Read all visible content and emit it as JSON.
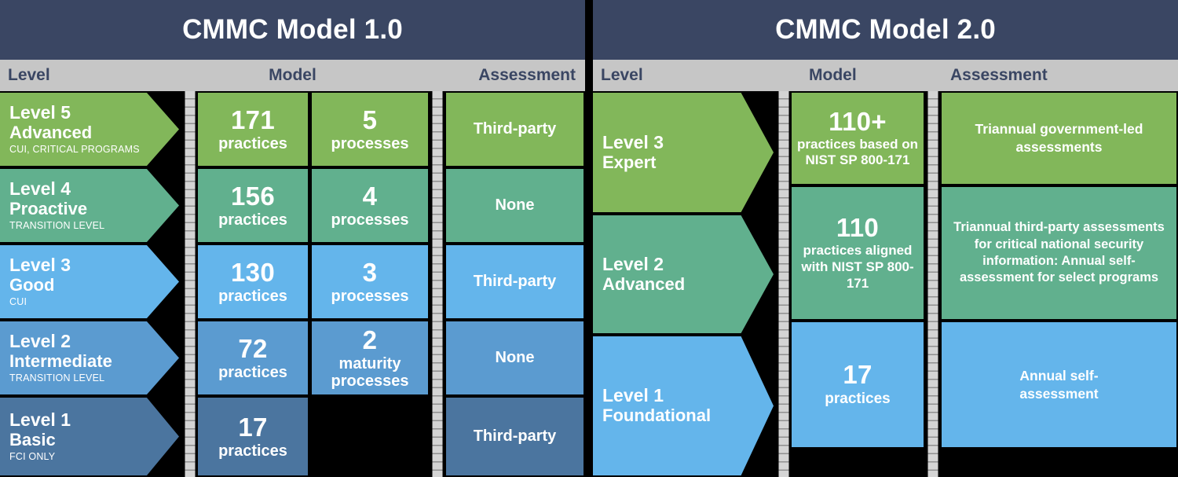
{
  "panels": {
    "left": {
      "title": "CMMC Model 1.0",
      "columns": {
        "level": "Level",
        "model": "Model",
        "assessment": "Assessment"
      },
      "rows": [
        {
          "level_label": "Level 5",
          "level_name": "Advanced",
          "level_scope": "CUI, CRITICAL PROGRAMS",
          "practices_count": "171",
          "practices_word": "practices",
          "processes_count": "5",
          "processes_word": "processes",
          "assessment": "Third-party",
          "color": "#82b75a"
        },
        {
          "level_label": "Level 4",
          "level_name": "Proactive",
          "level_scope": "TRANSITION LEVEL",
          "practices_count": "156",
          "practices_word": "practices",
          "processes_count": "4",
          "processes_word": "processes",
          "assessment": "None",
          "color": "#61b08e"
        },
        {
          "level_label": "Level 3",
          "level_name": "Good",
          "level_scope": "CUI",
          "practices_count": "130",
          "practices_word": "practices",
          "processes_count": "3",
          "processes_word": "processes",
          "assessment": "Third-party",
          "color": "#64b5eb"
        },
        {
          "level_label": "Level 2",
          "level_name": "Intermediate",
          "level_scope": "TRANSITION LEVEL",
          "practices_count": "72",
          "practices_word": "practices",
          "processes_count": "2",
          "processes_word": "maturity processes",
          "assessment": "None",
          "color": "#5b9bd0"
        },
        {
          "level_label": "Level 1",
          "level_name": "Basic",
          "level_scope": "FCI ONLY",
          "practices_count": "17",
          "practices_word": "practices",
          "processes_count": "",
          "processes_word": "",
          "assessment": "Third-party",
          "color": "#4b759f"
        }
      ]
    },
    "right": {
      "title": "CMMC Model 2.0",
      "columns": {
        "level": "Level",
        "model": "Model",
        "assessment": "Assessment"
      },
      "rows": [
        {
          "level_label": "Level 3",
          "level_name": "Expert",
          "practices_count": "110+",
          "practices_note": "practices based on NIST SP 800-171",
          "assessment": "Triannual government-led assessments",
          "color": "#82b75a"
        },
        {
          "level_label": "Level 2",
          "level_name": "Advanced",
          "practices_count": "110",
          "practices_note": "practices aligned with NIST SP 800-171",
          "assessment": "Triannual third-party assessments for critical national security information: Annual self-assessment for select programs",
          "color": "#61b08e"
        },
        {
          "level_label": "Level 1",
          "level_name": "Foundational",
          "practices_count": "17",
          "practices_note": "practices",
          "assessment": "Annual self-assessment",
          "color": "#64b5eb"
        }
      ]
    }
  },
  "theme": {
    "header_navy": "#3a4663",
    "subhead_gray": "#c6c6c6",
    "background": "#000000",
    "text_light": "#ffffff",
    "green": "#82b75a",
    "teal": "#61b08e",
    "light_blue": "#64b5eb",
    "blue": "#5b9bd0",
    "dark_blue": "#4b759f"
  }
}
